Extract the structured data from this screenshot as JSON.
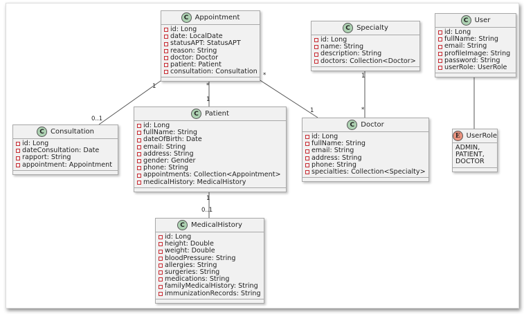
{
  "classes": [
    {
      "id": "appointment",
      "name": "Appointment",
      "stereotype": "C",
      "attributes": [
        "id: Long",
        "date: LocalDate",
        "statusAPT: StatusAPT",
        "reason: String",
        "doctor: Doctor",
        "patient: Patient",
        "consultation: Consultation"
      ]
    },
    {
      "id": "consultation",
      "name": "Consultation",
      "stereotype": "C",
      "attributes": [
        "id: Long",
        "dateConsultation: Date",
        "rapport: String",
        "appointment: Appointment"
      ]
    },
    {
      "id": "patient",
      "name": "Patient",
      "stereotype": "C",
      "attributes": [
        "id: Long",
        "fullName: String",
        "dateOfBirth: Date",
        "email: String",
        "address: String",
        "gender: Gender",
        "phone: String",
        "appointments: Collection<Appointment>",
        "medicalHistory: MedicalHistory"
      ]
    },
    {
      "id": "medicalhistory",
      "name": "MedicalHistory",
      "stereotype": "C",
      "attributes": [
        "id: Long",
        "height: Double",
        "weight: Double",
        "bloodPressure: String",
        "allergies: String",
        "surgeries: String",
        "medications: String",
        "familyMedicalHistory: String",
        "immunizationRecords: String"
      ]
    },
    {
      "id": "specialty",
      "name": "Specialty",
      "stereotype": "C",
      "attributes": [
        "id: Long",
        "name: String",
        "description: String",
        "doctors: Collection<Doctor>"
      ]
    },
    {
      "id": "doctor",
      "name": "Doctor",
      "stereotype": "C",
      "attributes": [
        "id: Long",
        "fullName: String",
        "email: String",
        "address: String",
        "phone: String",
        "specialties: Collection<Specialty>"
      ]
    },
    {
      "id": "user",
      "name": "User",
      "stereotype": "C",
      "attributes": [
        "id: Long",
        "fullName: String",
        "email: String",
        "profileImage: String",
        "password: String",
        "userRole: UserRole"
      ]
    },
    {
      "id": "userrole",
      "name": "UserRole",
      "stereotype": "E",
      "enum": true,
      "attributes": [
        "ADMIN,",
        "PATIENT,",
        "DOCTOR"
      ]
    }
  ],
  "associations": [
    {
      "from": "appointment",
      "to": "consultation",
      "from_mult": "1",
      "to_mult": "0..1"
    },
    {
      "from": "appointment",
      "to": "patient",
      "from_mult": "*",
      "to_mult": "1"
    },
    {
      "from": "appointment",
      "to": "doctor",
      "from_mult": "*",
      "to_mult": "1"
    },
    {
      "from": "specialty",
      "to": "doctor",
      "from_mult": "1",
      "to_mult": "*"
    },
    {
      "from": "user",
      "to": "userrole",
      "from_mult": "",
      "to_mult": ""
    },
    {
      "from": "patient",
      "to": "medicalhistory",
      "from_mult": "1",
      "to_mult": "0..1"
    }
  ],
  "colors": {
    "class_badge": "#add1b2",
    "enum_badge": "#eb937f",
    "box_fill": "#f1f1f1",
    "visibility_private": "#c82930"
  }
}
